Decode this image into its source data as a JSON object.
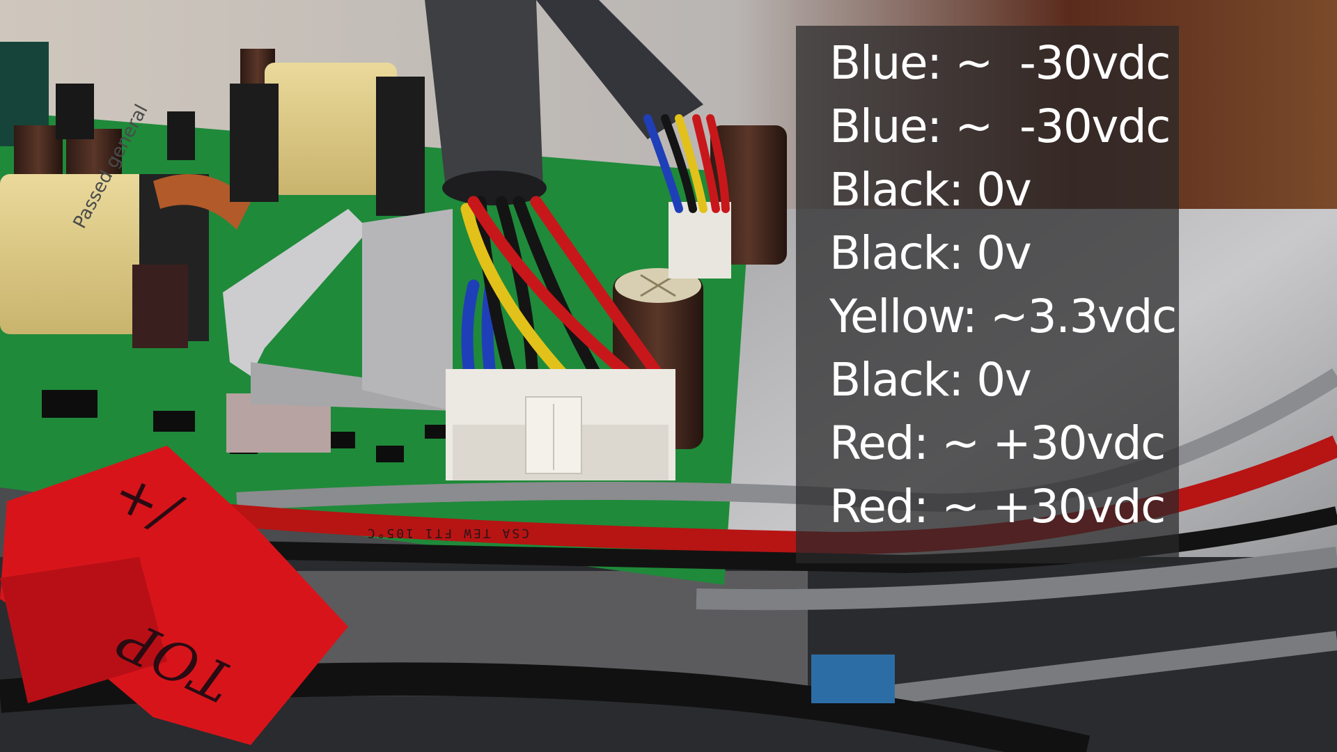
{
  "photo": {
    "transformer_label": "Passed general",
    "tape_text": "TOP",
    "tape_text_second": "/+",
    "cable_print": "CSA TEW FT1 105°C"
  },
  "overlay": {
    "lines": [
      "Blue: ~  -30vdc",
      "Blue: ~  -30vdc",
      "Black: 0v",
      "Black: 0v",
      "Yellow: ~3.3vdc",
      "Black: 0v",
      "Red: ~ +30vdc",
      "Red: ~ +30vdc"
    ]
  },
  "colors": {
    "wire_blue": "#1f3fb8",
    "wire_black": "#141414",
    "wire_yellow": "#e2c21a",
    "wire_red": "#c8171b",
    "pcb_green": "#1f8a3a",
    "tape_red": "#d8141b",
    "connector_white": "#ece9e2",
    "transformer_tape": "#e6d79a"
  }
}
